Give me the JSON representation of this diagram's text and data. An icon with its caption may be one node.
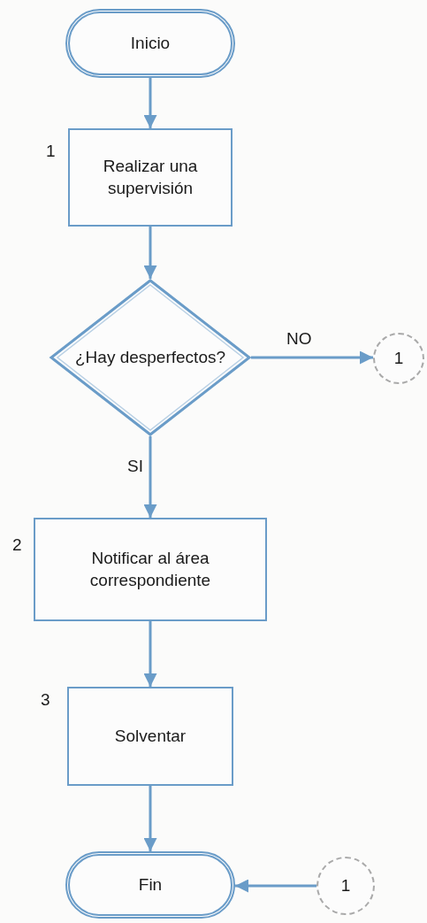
{
  "diagram": {
    "nodes": [
      {
        "text": [
          "Inicio"
        ]
      },
      {
        "text": [
          "Realizar una supervisión"
        ],
        "beside": [
          "1"
        ]
      },
      {
        "text": [
          "¿Hay desperfectos?"
        ]
      },
      {
        "text": [
          "1"
        ]
      },
      {
        "text": [
          "Notificar al área correspondiente"
        ],
        "beside": [
          "2"
        ]
      },
      {
        "text": [
          "Solventar"
        ],
        "beside": [
          "3"
        ]
      },
      {
        "text": [
          "Fin"
        ]
      },
      {
        "text": [
          "1"
        ]
      }
    ],
    "edges": [
      {
        "from": 0,
        "to": 1,
        "arrow": "to"
      },
      {
        "from": 1,
        "to": 2,
        "arrow": "to"
      },
      {
        "from": 2,
        "to": 3,
        "arrow": "to",
        "label": "NO"
      },
      {
        "from": 2,
        "to": 4,
        "arrow": "to",
        "label": "SI"
      },
      {
        "from": 4,
        "to": 5,
        "arrow": "to"
      },
      {
        "from": 5,
        "to": 6,
        "arrow": "to"
      },
      {
        "from": 7,
        "to": 6,
        "arrow": "to"
      }
    ]
  }
}
